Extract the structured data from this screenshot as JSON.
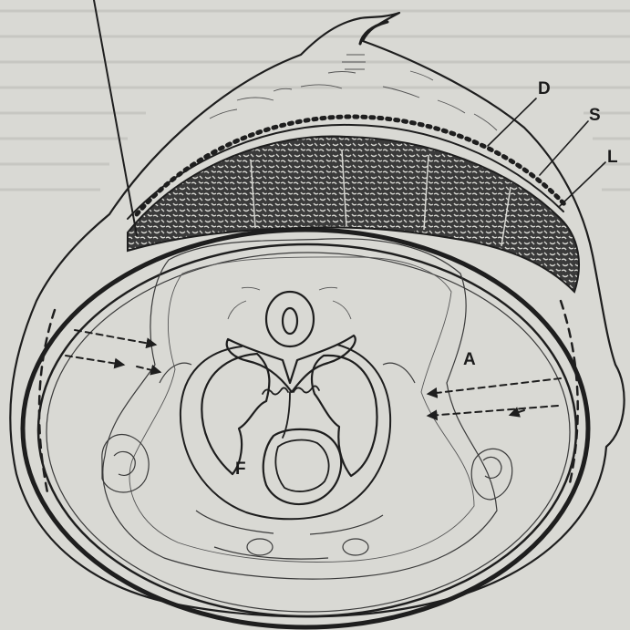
{
  "figure": {
    "background_color": "#d9d9d4",
    "ink_color": "#1e1e1e",
    "labels": {
      "d": "D",
      "s": "S",
      "l": "L",
      "a": "A",
      "f": "F"
    }
  }
}
